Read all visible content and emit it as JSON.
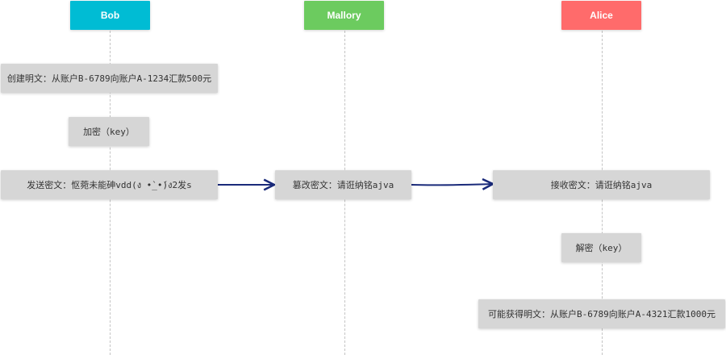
{
  "actors": {
    "bob": {
      "label": "Bob",
      "color": "#00bcd4"
    },
    "mallory": {
      "label": "Mallory",
      "color": "#6ccb5f"
    },
    "alice": {
      "label": "Alice",
      "color": "#ff6b6b"
    }
  },
  "steps": {
    "bob_create": "创建明文：从账户B-6789向账户A-1234汇款500元",
    "bob_encrypt": "加密（key）",
    "bob_send": "发送密文：怄菀未能砷vdd(ง •̀_•́)ง2发s",
    "mallory_tamper": "篡改密文：请诳纳铭ajva",
    "alice_receive": "接收密文：请诳纳铭ajva",
    "alice_decrypt": "解密（key）",
    "alice_plaintext": "可能获得明文：从账户B-6789向账户A-4321汇款1000元"
  },
  "colors": {
    "arrow": "#1a2a7a",
    "box": "#d6d6d6",
    "lifeline": "#c4c4c4"
  }
}
